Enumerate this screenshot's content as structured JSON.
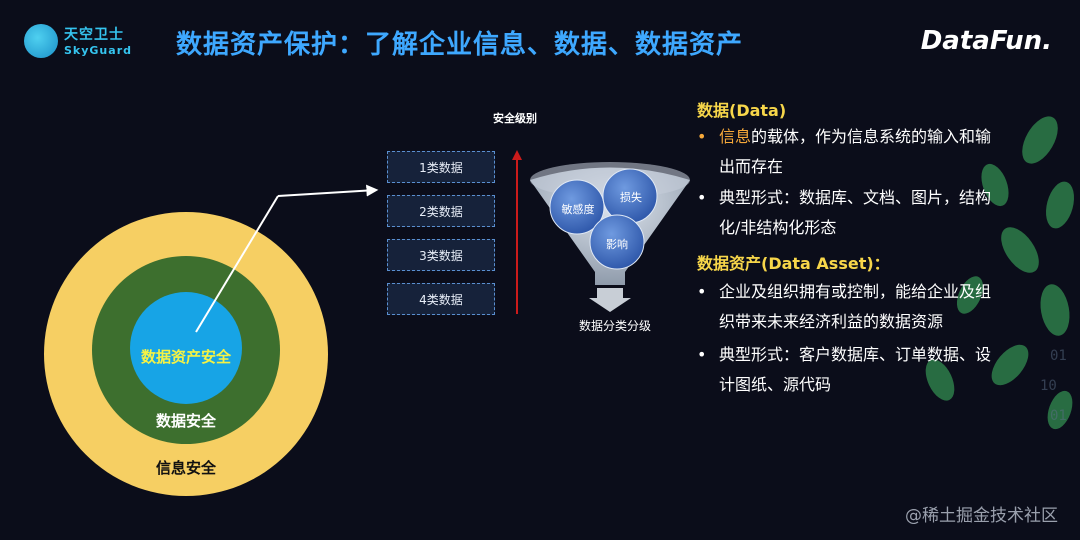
{
  "header": {
    "logo_cn": "天空卫士",
    "logo_en": "SkyGuard",
    "title": "数据资产保护：了解企业信息、数据、数据资产",
    "right_logo": "DataFun."
  },
  "circles": {
    "core": "数据资产安全",
    "middle": "数据安全",
    "outer": "信息安全"
  },
  "levels": {
    "title": "安全级别",
    "items": [
      "1类数据",
      "2类数据",
      "3类数据",
      "4类数据"
    ]
  },
  "funnel": {
    "bubbles": [
      "敏感度",
      "损失",
      "影响"
    ],
    "caption": "数据分类分级"
  },
  "definitions": {
    "data_heading": "数据(Data)",
    "data_b1_highlight": "信息",
    "data_b1_rest1": "的载体，作为信息系统的输入和输",
    "data_b1_rest2": "出而存在",
    "data_b2_line1": "典型形式：数据库、文档、图片，结构",
    "data_b2_line2": "化/非结构化形态",
    "asset_heading": "数据资产(Data Asset)：",
    "asset_b1_line1": "企业及组织拥有或控制，能给企业及组",
    "asset_b1_line2": "织带来未来经济利益的数据资源",
    "asset_b2_line1": "典型形式：客户数据库、订单数据、设",
    "asset_b2_line2": "计图纸、源代码"
  },
  "watermark": "@稀土掘金技术社区",
  "colors": {
    "background": "#0b0d1a",
    "title": "#3ea8ff",
    "outer_ring": "#f6cf63",
    "middle_ring": "#3d6f2e",
    "inner_ring": "#17a4e6",
    "highlight": "#f7d64a",
    "arrow": "#cc1b1b"
  }
}
